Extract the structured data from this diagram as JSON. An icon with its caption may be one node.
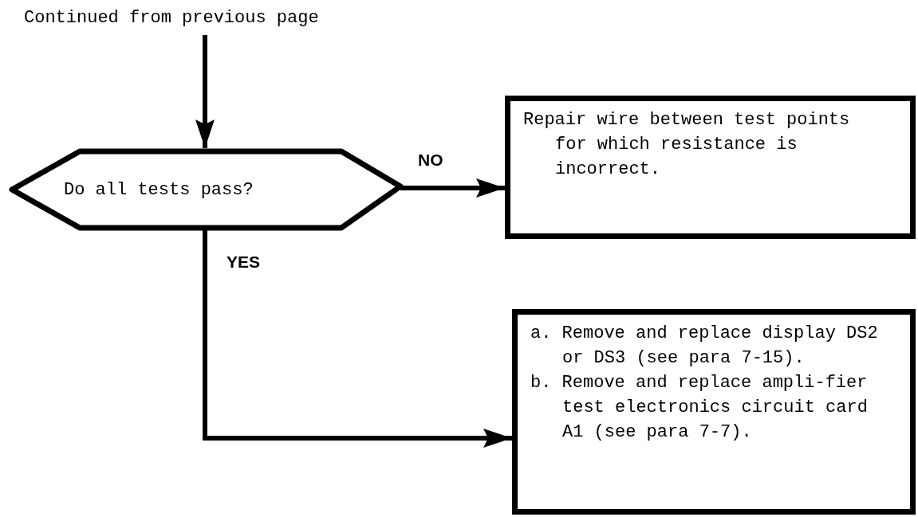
{
  "diagram": {
    "nodes": [
      {
        "text": [
          "Continued from previous page"
        ]
      },
      {
        "text": [
          "Do all tests pass?"
        ]
      },
      {
        "text": [
          "Repair wire between test points for which resistance is incorrect."
        ]
      },
      {
        "text": [
          "a. Remove and replace display DS2 or DS3 (see para 7-15).",
          "b. Remove and replace ampli-fier test electronics circuit card A1 (see para 7-7)."
        ]
      }
    ],
    "edges": [
      {
        "from": 0,
        "to": 1,
        "arrow": "to"
      },
      {
        "from": 1,
        "to": 2,
        "arrow": "to",
        "label": "NO"
      },
      {
        "from": 1,
        "to": 3,
        "arrow": "to",
        "label": "YES"
      }
    ]
  }
}
